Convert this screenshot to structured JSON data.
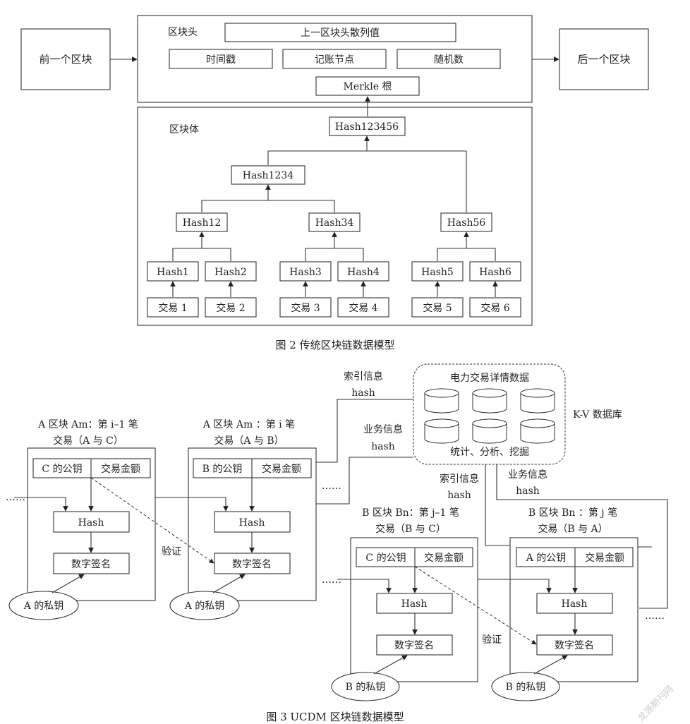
{
  "fig2": {
    "prev_block": "前一个区块",
    "next_block": "后一个区块",
    "header_title": "区块头",
    "prev_hash": "上一区块头散列值",
    "timestamp": "时间戳",
    "record_node": "记账节点",
    "nonce": "随机数",
    "merkle_root": "Merkle 根",
    "body_title": "区块体",
    "hash123456": "Hash123456",
    "hash1234": "Hash1234",
    "hash12": "Hash12",
    "hash34": "Hash34",
    "hash56": "Hash56",
    "hash1": "Hash1",
    "hash2": "Hash2",
    "hash3": "Hash3",
    "hash4": "Hash4",
    "hash5": "Hash5",
    "hash6": "Hash6",
    "tx1": "交易 1",
    "tx2": "交易 2",
    "tx3": "交易 3",
    "tx4": "交易 4",
    "tx5": "交易 5",
    "tx6": "交易 6",
    "caption": "图 2   传统区块链数据模型"
  },
  "fig3": {
    "index_info_hash_1": "索引信息",
    "hash_1": "hash",
    "business_info_hash_1": "业务信息",
    "hash_2": "hash",
    "index_info_hash_2": "索引信息",
    "hash_3": "hash",
    "business_info_hash_2": "业务信息",
    "hash_4": "hash",
    "kv_title": "电力交易详情数据",
    "kv_caption": "统计、分析、挖掘",
    "kv_db": "K-V 数据库",
    "block_a1_title_1": "A 区块 Am：第 i–1 笔",
    "block_a1_title_2": "交易（A 与 C）",
    "block_a1_pubkey": "C 的公钥",
    "block_a1_amount": "交易金额",
    "block_a1_hash": "Hash",
    "block_a1_sig": "数字签名",
    "block_a1_key": "A 的私钥",
    "block_a2_title_1": "A 区块 Am ：第 i 笔",
    "block_a2_title_2": "交易（A 与 B）",
    "block_a2_pubkey": "B 的公钥",
    "block_a2_amount": "交易金额",
    "block_a2_hash": "Hash",
    "block_a2_sig": "数字签名",
    "block_a2_key": "A 的私钥",
    "block_b1_title_1": "B 区块 Bn：第 j–1 笔",
    "block_b1_title_2": "交易（B 与 C）",
    "block_b1_pubkey": "C 的公钥",
    "block_b1_amount": "交易金额",
    "block_b1_hash": "Hash",
    "block_b1_sig": "数字签名",
    "block_b1_key": "B 的私钥",
    "block_b2_title_1": "B 区块 Bn ：第 j 笔",
    "block_b2_title_2": "交易（B 与 A）",
    "block_b2_pubkey": "A 的公钥",
    "block_b2_amount": "交易金额",
    "block_b2_hash": "Hash",
    "block_b2_sig": "数字签名",
    "block_b2_key": "B 的私钥",
    "verify_1": "验证",
    "verify_2": "验证",
    "ellipsis_1": "……",
    "ellipsis_2": "……",
    "ellipsis_3": "……",
    "ellipsis_4": "……",
    "caption": "图 3   UCDM 区块链数据模型"
  },
  "watermark": "龙源期刊网"
}
